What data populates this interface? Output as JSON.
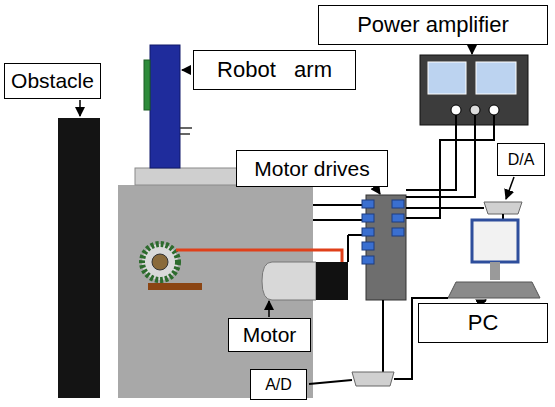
{
  "diagram": {
    "nodes": [
      {
        "text": [
          "Power amplifier"
        ]
      },
      {
        "text": [
          "Obstacle"
        ]
      },
      {
        "text": [
          "Robot   arm"
        ]
      },
      {
        "text": [
          "D/A"
        ]
      },
      {
        "text": [
          "Motor drives"
        ]
      },
      {
        "text": [
          "PC"
        ]
      },
      {
        "text": [
          "Motor"
        ]
      },
      {
        "text": [
          "A/D"
        ]
      }
    ]
  }
}
